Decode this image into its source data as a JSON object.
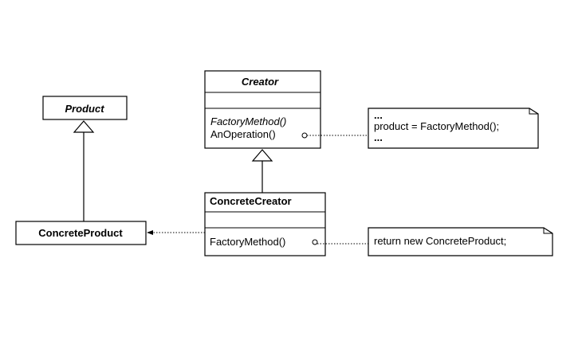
{
  "classes": {
    "product": {
      "name": "Product"
    },
    "concrete_product": {
      "name": "ConcreteProduct"
    },
    "creator": {
      "name": "Creator",
      "ops": [
        "FactoryMethod()",
        "AnOperation()"
      ]
    },
    "concrete_creator": {
      "name": "ConcreteCreator",
      "ops": [
        "FactoryMethod()"
      ]
    }
  },
  "notes": {
    "creator_note": [
      "...",
      "product = FactoryMethod();",
      "..."
    ],
    "concrete_creator_note": [
      "return new ConcreteProduct;"
    ]
  }
}
